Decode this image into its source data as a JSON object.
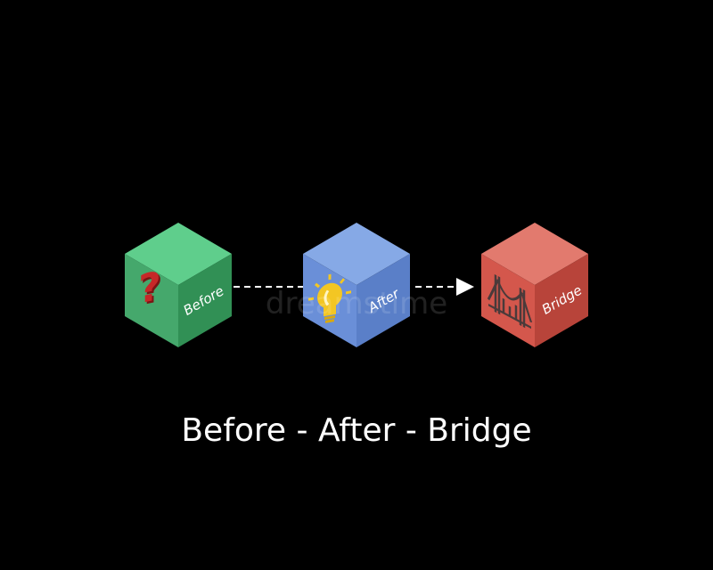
{
  "diagram": {
    "title": "Before - After - Bridge",
    "watermark": "dreamstime",
    "steps": [
      {
        "label": "Before",
        "icon": "question-mark-icon",
        "colors": {
          "top": "#5fce8c",
          "left": "#45a86c",
          "right": "#319055"
        }
      },
      {
        "label": "After",
        "icon": "lightbulb-icon",
        "colors": {
          "top": "#86a9e6",
          "left": "#6a8fd8",
          "right": "#5a7fc8"
        }
      },
      {
        "label": "Bridge",
        "icon": "bridge-icon",
        "colors": {
          "top": "#e27a6e",
          "left": "#d4574c",
          "right": "#b8443a"
        }
      }
    ],
    "connector_color": "#ffffff"
  }
}
